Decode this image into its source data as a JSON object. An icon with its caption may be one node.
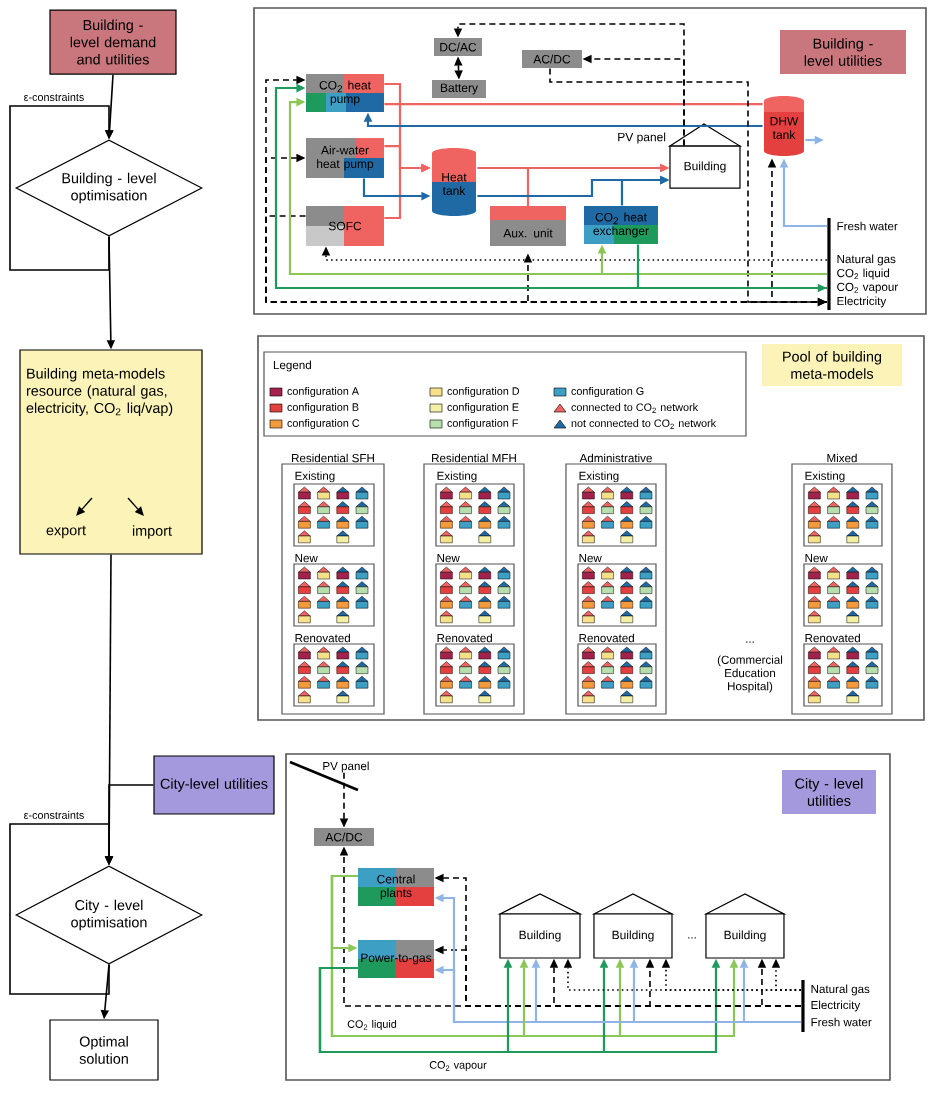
{
  "diagram": {
    "nodes": [
      {
        "text": [
          "Building - level demand and utilities"
        ]
      },
      {
        "text": [
          "Building - level optimisation"
        ]
      },
      {
        "text": [
          "Building meta-models resource (natural gas, electricity, CO$_{2}$ liq/vap)",
          "export",
          "import"
        ]
      },
      {
        "text": [
          "City-level utilities"
        ]
      },
      {
        "text": [
          "City - level optimisation"
        ]
      },
      {
        "text": [
          "Optimal solution"
        ]
      },
      {
        "text": [
          "Building - level utilities"
        ]
      },
      {
        "text": [
          "DC/AC"
        ]
      },
      {
        "text": [
          "Battery"
        ]
      },
      {
        "text": [
          "AC/DC"
        ]
      },
      {
        "text": [
          "CO$_{2}$ heat pump"
        ]
      },
      {
        "text": [
          "Air-water heat pump"
        ]
      },
      {
        "text": [
          "SOFC"
        ]
      },
      {
        "text": [
          "Heat tank"
        ]
      },
      {
        "text": [
          "Aux. unit"
        ]
      },
      {
        "text": [
          "CO$_{2}$ heat exchanger"
        ]
      },
      {
        "text": [
          "Building"
        ],
        "beside": [
          "PV panel"
        ]
      },
      {
        "text": [
          "DHW tank"
        ]
      },
      {
        "text": [],
        "shape": "bar",
        "beside": [
          "Fresh water",
          "Natural gas",
          "CO$_{2}$ liquid",
          "CO$_{2}$ vapour",
          "Electricity"
        ]
      },
      {
        "text": [
          "Pool of building meta-models"
        ]
      },
      {
        "text": [
          "Residential SFH"
        ]
      },
      {
        "text": [
          "Existing"
        ],
        "in": 20
      },
      {
        "text": [
          "New"
        ],
        "in": 20
      },
      {
        "text": [
          "Renovated"
        ],
        "in": 20
      },
      {
        "text": [
          "Residential MFH"
        ]
      },
      {
        "text": [
          "Existing"
        ],
        "in": 24
      },
      {
        "text": [
          "New"
        ],
        "in": 24
      },
      {
        "text": [
          "Renovated"
        ],
        "in": 24
      },
      {
        "text": [
          "Administrative"
        ]
      },
      {
        "text": [
          "Existing"
        ],
        "in": 28
      },
      {
        "text": [
          "New"
        ],
        "in": 28
      },
      {
        "text": [
          "Renovated"
        ],
        "in": 28
      },
      {
        "text": [
          "Mixed"
        ]
      },
      {
        "text": [
          "Existing"
        ],
        "in": 32
      },
      {
        "text": [
          "New"
        ],
        "in": 32
      },
      {
        "text": [
          "Renovated"
        ],
        "in": 32
      },
      {
        "text": [
          "City - level utilities"
        ]
      },
      {
        "text": [
          "PV panel"
        ]
      },
      {
        "text": [
          "AC/DC"
        ]
      },
      {
        "text": [
          "Central plants"
        ]
      },
      {
        "text": [
          "Power-to-gas"
        ]
      },
      {
        "text": [
          "Building"
        ]
      },
      {
        "text": [
          "Building"
        ]
      },
      {
        "text": [
          "Building"
        ]
      },
      {
        "text": [],
        "shape": "bar",
        "beside": [
          "Natural gas",
          "Electricity",
          "Fresh water"
        ]
      }
    ],
    "edges": [
      {
        "from": 0,
        "to": 1,
        "arrow": "to"
      },
      {
        "from": 1,
        "to": 1,
        "arrow": "to",
        "label": "ε-constraints"
      },
      {
        "from": 1,
        "to": 2,
        "arrow": "to"
      },
      {
        "from": 2,
        "to": 4,
        "arrow": "to"
      },
      {
        "from": 3,
        "to": 4,
        "arrow": "to"
      },
      {
        "from": 4,
        "to": 4,
        "arrow": "to",
        "label": "ε-constraints"
      },
      {
        "from": 4,
        "to": 5,
        "arrow": "to"
      },
      {
        "from": 10,
        "to": 13,
        "arrow": "to",
        "color": "#ef6461"
      },
      {
        "from": 11,
        "to": 13,
        "arrow": "to",
        "color": "#ef6461"
      },
      {
        "from": 12,
        "to": 13,
        "arrow": "to",
        "color": "#ef6461"
      },
      {
        "from": 10,
        "to": 17,
        "arrow": "none",
        "color": "#ef6461"
      },
      {
        "from": 13,
        "to": 16,
        "arrow": "to",
        "color": "#ef6461"
      },
      {
        "from": 14,
        "to": 16,
        "arrow": "to",
        "color": "#ef6461"
      },
      {
        "from": 17,
        "to": 10,
        "arrow": "to",
        "color": "#1f6aa5"
      },
      {
        "from": 11,
        "to": 13,
        "arrow": "to",
        "color": "#1f6aa5"
      },
      {
        "from": 13,
        "to": 16,
        "arrow": "to",
        "color": "#1f6aa5"
      },
      {
        "from": 15,
        "to": 16,
        "arrow": "to",
        "color": "#1f6aa5"
      },
      {
        "from": 17,
        "to": null,
        "arrow": "to",
        "color": "#8fb5e6"
      },
      {
        "from": 18,
        "to": 17,
        "arrow": "to",
        "color": "#8fb5e6"
      },
      {
        "from": 16,
        "to": 7,
        "arrow": "to",
        "style": "dashed"
      },
      {
        "from": 16,
        "to": 9,
        "arrow": "to",
        "style": "dashed"
      },
      {
        "from": 7,
        "to": 8,
        "arrow": "both"
      },
      {
        "from": 9,
        "to": 18,
        "arrow": "to",
        "style": "dashed"
      },
      {
        "from": 18,
        "to": 17,
        "arrow": "to",
        "style": "dashed"
      },
      {
        "from": 18,
        "to": 14,
        "arrow": "to",
        "style": "dashed"
      },
      {
        "from": 18,
        "to": 10,
        "arrow": "to",
        "style": "dashed"
      },
      {
        "from": 18,
        "to": 11,
        "arrow": "to",
        "style": "dashed"
      },
      {
        "from": 12,
        "to": 18,
        "arrow": "to",
        "style": "dashed"
      },
      {
        "from": 18,
        "to": 12,
        "arrow": "to",
        "style": "dashed"
      },
      {
        "from": 18,
        "to": 10,
        "arrow": "to",
        "color": "#8cc657"
      },
      {
        "from": 18,
        "to": 15,
        "arrow": "to",
        "color": "#8cc657"
      },
      {
        "from": 15,
        "to": 18,
        "arrow": "to",
        "color": "#1e9b5c"
      },
      {
        "from": 18,
        "to": 10,
        "arrow": "to",
        "color": "#1e9b5c"
      },
      {
        "from": 37,
        "to": 38,
        "arrow": "to",
        "style": "dashed"
      },
      {
        "from": 44,
        "to": 38,
        "arrow": "to",
        "style": "dashed"
      },
      {
        "from": 44,
        "to": 39,
        "arrow": "to",
        "style": "dashed"
      },
      {
        "from": 44,
        "to": 40,
        "arrow": "to",
        "style": "dashed"
      },
      {
        "from": 44,
        "to": 39,
        "arrow": "to",
        "color": "#8fb5e6"
      },
      {
        "from": 44,
        "to": 40,
        "arrow": "to",
        "color": "#8fb5e6"
      },
      {
        "from": 39,
        "to": 40,
        "arrow": "to",
        "color": "#8cc657"
      },
      {
        "from": 39,
        "to": 41,
        "arrow": "to",
        "color": "#8cc657",
        "label": "CO$_{2}$ liquid"
      },
      {
        "from": 39,
        "to": 42,
        "arrow": "to",
        "color": "#8cc657"
      },
      {
        "from": 39,
        "to": 43,
        "arrow": "to",
        "color": "#8cc657"
      },
      {
        "from": 40,
        "to": 41,
        "arrow": "to",
        "color": "#1e9b5c",
        "label": "CO$_{2}$ vapour"
      },
      {
        "from": 40,
        "to": 42,
        "arrow": "to",
        "color": "#1e9b5c"
      },
      {
        "from": 40,
        "to": 43,
        "arrow": "to",
        "color": "#1e9b5c"
      },
      {
        "from": 44,
        "to": 41,
        "arrow": "to",
        "color": "#8fb5e6"
      },
      {
        "from": 44,
        "to": 42,
        "arrow": "to",
        "color": "#8fb5e6"
      },
      {
        "from": 44,
        "to": 43,
        "arrow": "to",
        "color": "#8fb5e6"
      },
      {
        "from": 44,
        "to": 41,
        "arrow": "to",
        "style": "dashed"
      },
      {
        "from": 44,
        "to": 42,
        "arrow": "to",
        "style": "dashed"
      },
      {
        "from": 44,
        "to": 43,
        "arrow": "to",
        "style": "dashed"
      },
      {
        "from": 44,
        "to": 41,
        "arrow": "to",
        "style": "dashed"
      },
      {
        "from": 44,
        "to": 42,
        "arrow": "to",
        "style": "dashed"
      },
      {
        "from": 44,
        "to": 43,
        "arrow": "to",
        "style": "dashed"
      }
    ],
    "labels": [
      "Legend",
      "...",
      "(Commercial Education Hospital)",
      "..."
    ],
    "legend": [
      {
        "text": "configuration A",
        "color": "#a3224d"
      },
      {
        "text": "configuration B",
        "color": "#e4403f"
      },
      {
        "text": "configuration C",
        "color": "#f29a3c"
      },
      {
        "text": "configuration D",
        "color": "#f6e08a"
      },
      {
        "text": "configuration E",
        "color": "#f3f0a6"
      },
      {
        "text": "configuration F",
        "color": "#b7dfae"
      },
      {
        "text": "configuration G",
        "color": "#3d9fc4"
      },
      {
        "text": "connected to CO$_{2}$ network"
      },
      {
        "text": "not connected to CO$_{2}$ network"
      }
    ]
  }
}
